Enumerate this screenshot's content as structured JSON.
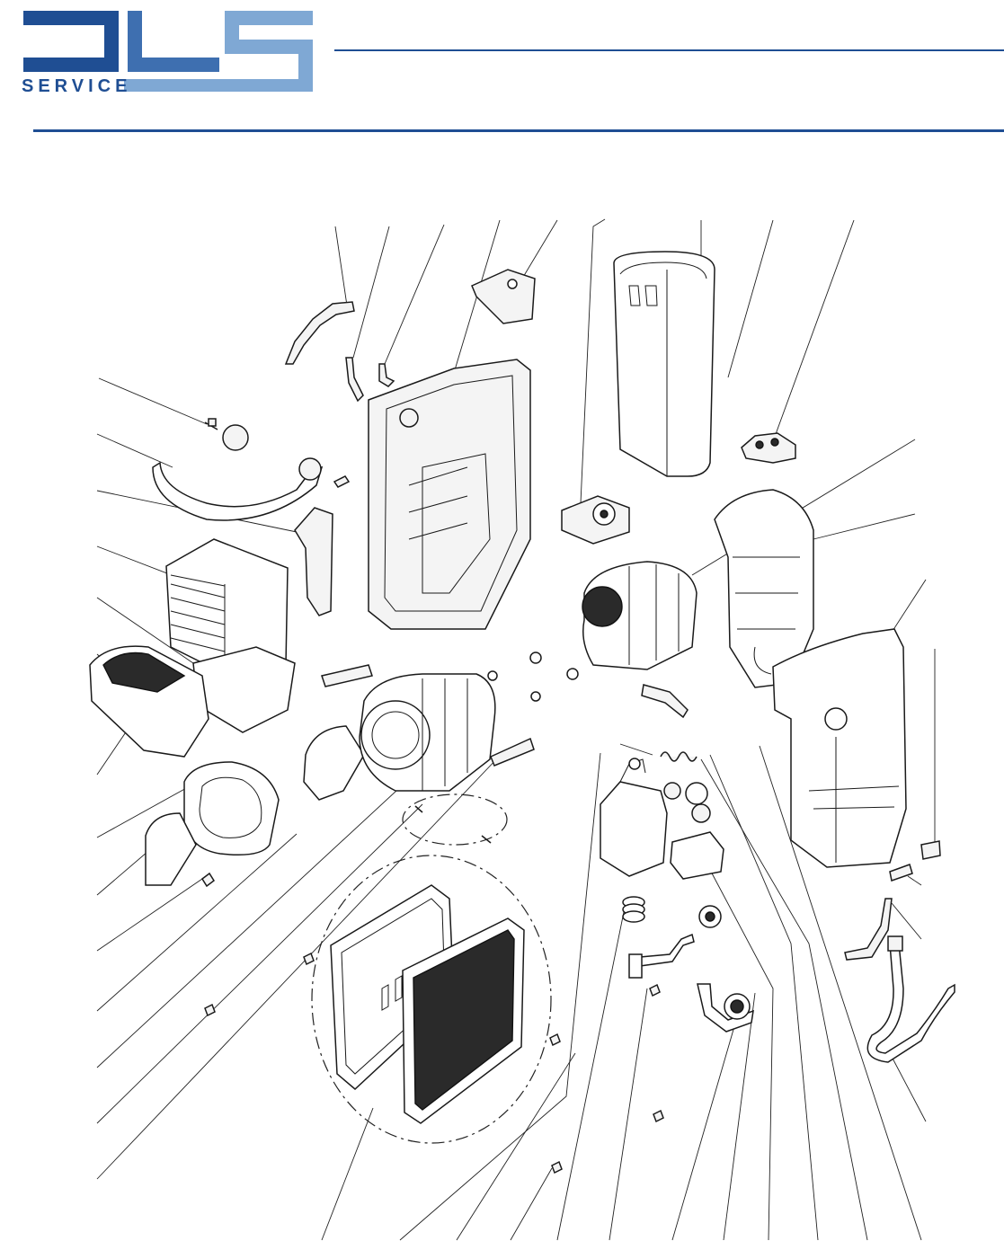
{
  "header": {
    "logo_text": "SERVICE",
    "brand_dark": "#1f4e93",
    "brand_light": "#7fa8d4"
  },
  "diagram": {
    "kind": "exploded-view",
    "callout_count": 38
  }
}
